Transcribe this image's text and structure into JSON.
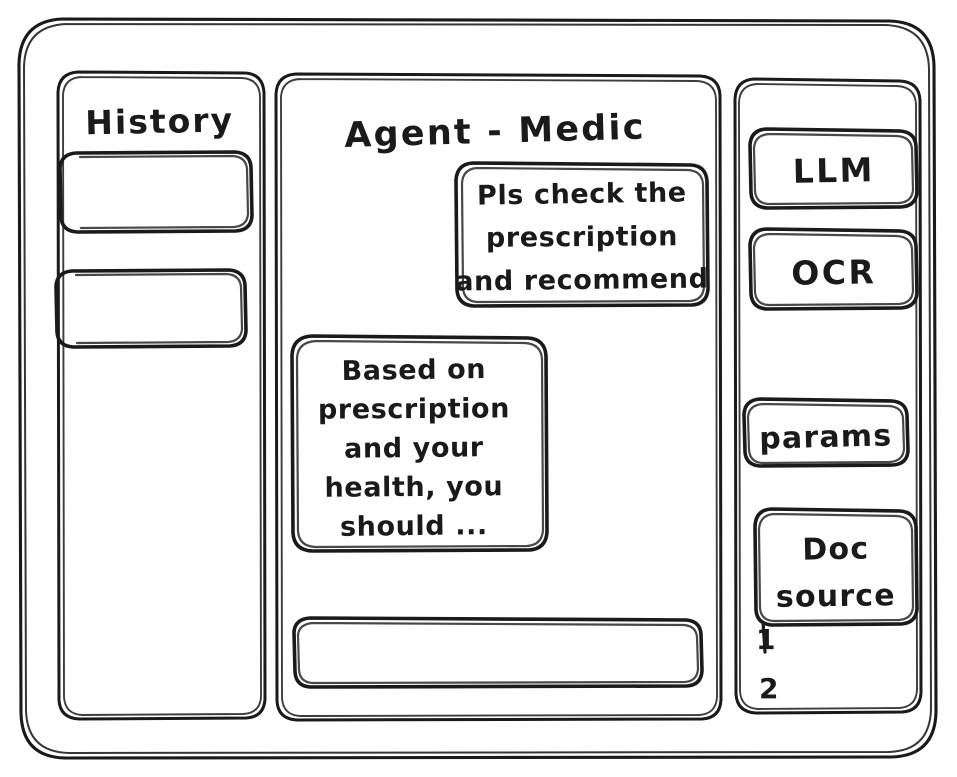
{
  "window": {
    "name": "agent-medic-wireframe",
    "style": "hand-drawn-sketch",
    "stroke_color": "#1a1a1a",
    "background_color": "#ffffff"
  },
  "sidebar_left": {
    "title": "History",
    "items": [
      {
        "label": "",
        "name": "history-item-1"
      },
      {
        "label": "",
        "name": "history-item-2"
      }
    ]
  },
  "main": {
    "title": "Agent - Medic",
    "messages": [
      {
        "role": "user",
        "align": "right",
        "lines": [
          "Pls check the",
          "prescription",
          "and recommend"
        ],
        "text": "Pls check the prescription and recommend"
      },
      {
        "role": "assistant",
        "align": "left",
        "lines": [
          "Based on",
          "prescription",
          "and your",
          "health, you",
          "should ..."
        ],
        "text": "Based on prescription and your health, you should ..."
      }
    ],
    "composer": {
      "value": "",
      "placeholder": ""
    }
  },
  "sidebar_right": {
    "tools": [
      {
        "label": "LLM",
        "name": "tool-llm"
      },
      {
        "label": "OCR",
        "name": "tool-ocr"
      },
      {
        "label": "params",
        "name": "tool-params"
      },
      {
        "label": "Doc source",
        "lines": [
          "Doc",
          "source"
        ],
        "name": "tool-doc-source"
      }
    ],
    "doc_source_list": [
      {
        "label": "1"
      },
      {
        "label": "2"
      }
    ]
  }
}
